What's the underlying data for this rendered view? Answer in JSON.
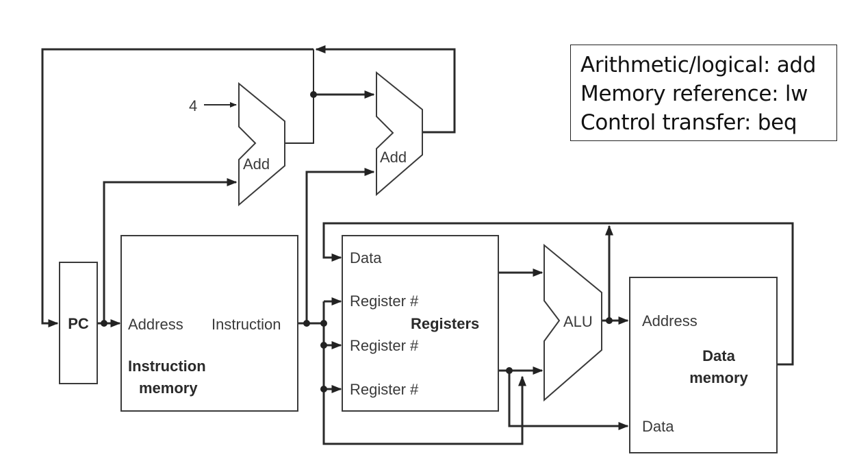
{
  "diagram": {
    "title": "Single-cycle datapath overview",
    "components": {
      "pc": {
        "label": "PC"
      },
      "const_four": {
        "label": "4"
      },
      "adder_pc": {
        "label": "Add"
      },
      "adder_branch": {
        "label": "Add"
      },
      "instruction_memory": {
        "title_line1": "Instruction",
        "title_line2": "memory",
        "port_address": "Address",
        "port_instruction": "Instruction"
      },
      "registers": {
        "title": "Registers",
        "port_data": "Data",
        "port_reg1": "Register #",
        "port_reg2": "Register #",
        "port_reg3": "Register #"
      },
      "alu": {
        "label": "ALU"
      },
      "data_memory": {
        "title_line1": "Data",
        "title_line2": "memory",
        "port_address": "Address",
        "port_data": "Data"
      }
    },
    "legend": {
      "lines": [
        "Arithmetic/logical: add",
        "Memory reference: lw",
        "Control transfer: beq"
      ]
    }
  }
}
